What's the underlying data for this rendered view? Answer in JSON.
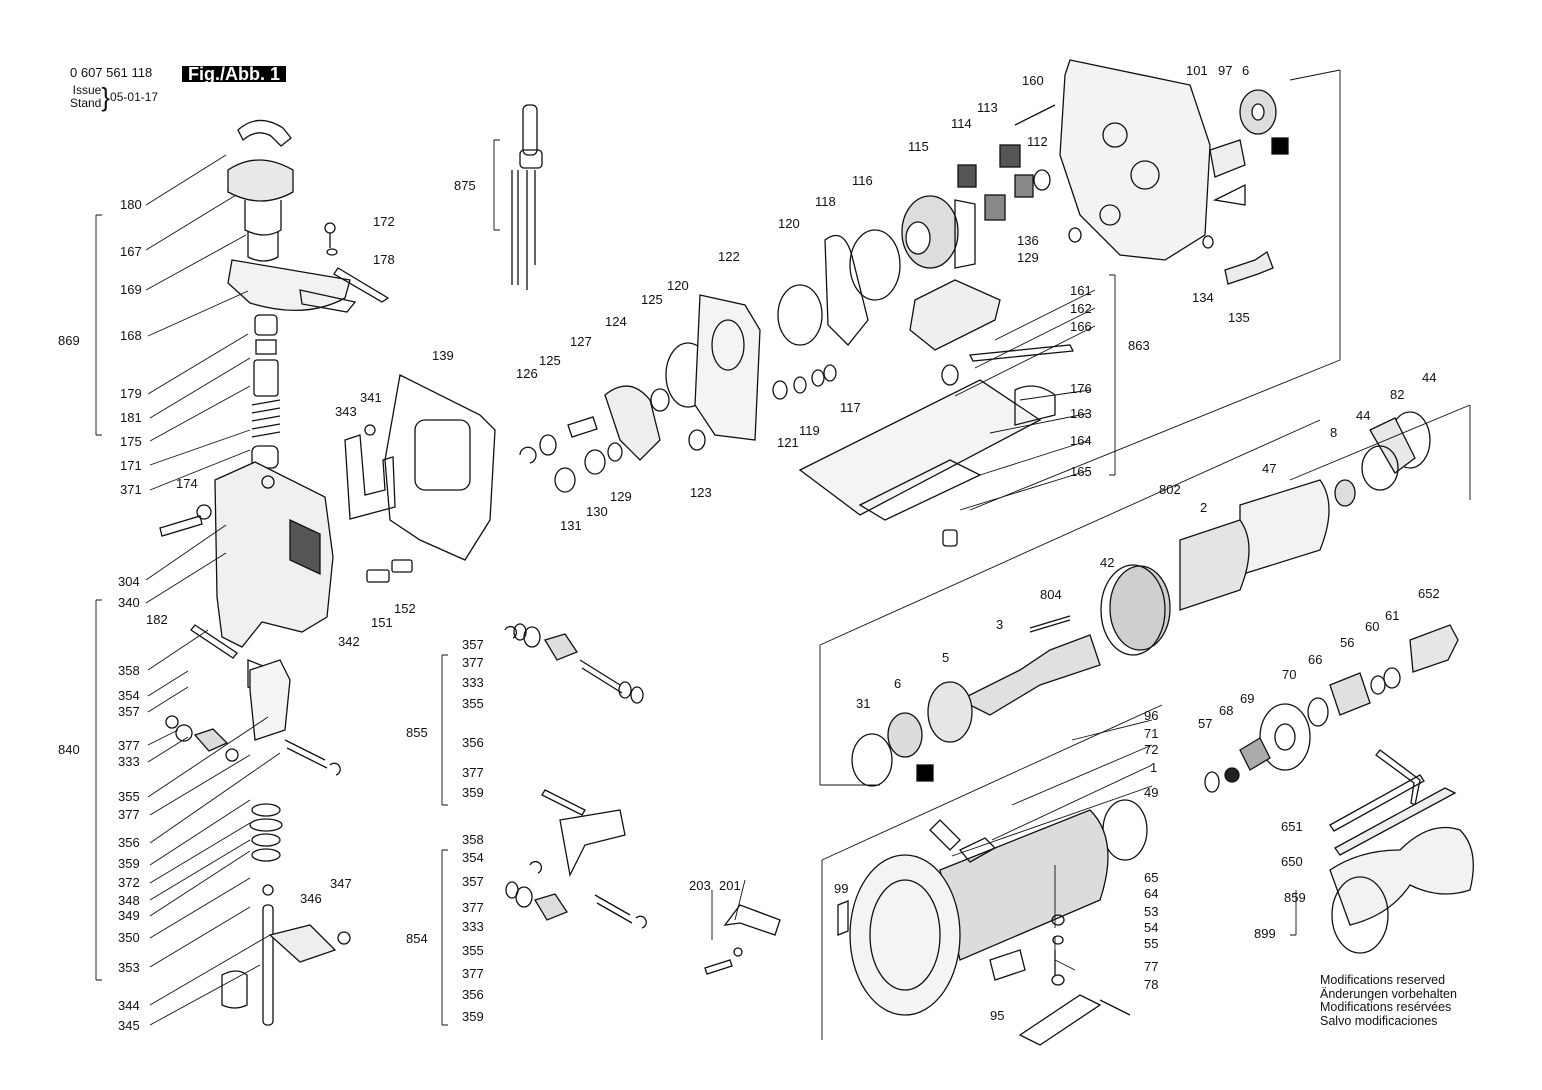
{
  "header": {
    "part_number": "0 607 561 118",
    "figure_label": "Fig./Abb. 1",
    "issue_label": "Issue",
    "stand_label": "Stand",
    "date": "05-01-17"
  },
  "callouts": [
    {
      "n": "180"
    },
    {
      "n": "167"
    },
    {
      "n": "169"
    },
    {
      "n": "168"
    },
    {
      "n": "869"
    },
    {
      "n": "179"
    },
    {
      "n": "181"
    },
    {
      "n": "175"
    },
    {
      "n": "171"
    },
    {
      "n": "371"
    },
    {
      "n": "172"
    },
    {
      "n": "178"
    },
    {
      "n": "174"
    },
    {
      "n": "304"
    },
    {
      "n": "340"
    },
    {
      "n": "182"
    },
    {
      "n": "358"
    },
    {
      "n": "354"
    },
    {
      "n": "357"
    },
    {
      "n": "377"
    },
    {
      "n": "333"
    },
    {
      "n": "840"
    },
    {
      "n": "355"
    },
    {
      "n": "377"
    },
    {
      "n": "356"
    },
    {
      "n": "359"
    },
    {
      "n": "372"
    },
    {
      "n": "348"
    },
    {
      "n": "349"
    },
    {
      "n": "350"
    },
    {
      "n": "353"
    },
    {
      "n": "344"
    },
    {
      "n": "345"
    },
    {
      "n": "347"
    },
    {
      "n": "346"
    },
    {
      "n": "343"
    },
    {
      "n": "341"
    },
    {
      "n": "342"
    },
    {
      "n": "151"
    },
    {
      "n": "152"
    },
    {
      "n": "139"
    },
    {
      "n": "875"
    },
    {
      "n": "126"
    },
    {
      "n": "125"
    },
    {
      "n": "127"
    },
    {
      "n": "124"
    },
    {
      "n": "125"
    },
    {
      "n": "120"
    },
    {
      "n": "131"
    },
    {
      "n": "130"
    },
    {
      "n": "129"
    },
    {
      "n": "123"
    },
    {
      "n": "122"
    },
    {
      "n": "120"
    },
    {
      "n": "118"
    },
    {
      "n": "116"
    },
    {
      "n": "115"
    },
    {
      "n": "114"
    },
    {
      "n": "113"
    },
    {
      "n": "160"
    },
    {
      "n": "112"
    },
    {
      "n": "101"
    },
    {
      "n": "97"
    },
    {
      "n": "6"
    },
    {
      "n": "136"
    },
    {
      "n": "129"
    },
    {
      "n": "134"
    },
    {
      "n": "135"
    },
    {
      "n": "121"
    },
    {
      "n": "119"
    },
    {
      "n": "117"
    },
    {
      "n": "161"
    },
    {
      "n": "162"
    },
    {
      "n": "166"
    },
    {
      "n": "863"
    },
    {
      "n": "176"
    },
    {
      "n": "163"
    },
    {
      "n": "164"
    },
    {
      "n": "165"
    },
    {
      "n": "44"
    },
    {
      "n": "82"
    },
    {
      "n": "44"
    },
    {
      "n": "8"
    },
    {
      "n": "47"
    },
    {
      "n": "802"
    },
    {
      "n": "2"
    },
    {
      "n": "42"
    },
    {
      "n": "804"
    },
    {
      "n": "3"
    },
    {
      "n": "5"
    },
    {
      "n": "6"
    },
    {
      "n": "31"
    },
    {
      "n": "652"
    },
    {
      "n": "61"
    },
    {
      "n": "60"
    },
    {
      "n": "56"
    },
    {
      "n": "66"
    },
    {
      "n": "70"
    },
    {
      "n": "69"
    },
    {
      "n": "68"
    },
    {
      "n": "57"
    },
    {
      "n": "96"
    },
    {
      "n": "71"
    },
    {
      "n": "72"
    },
    {
      "n": "1"
    },
    {
      "n": "49"
    },
    {
      "n": "99"
    },
    {
      "n": "65"
    },
    {
      "n": "64"
    },
    {
      "n": "53"
    },
    {
      "n": "54"
    },
    {
      "n": "55"
    },
    {
      "n": "77"
    },
    {
      "n": "78"
    },
    {
      "n": "95"
    },
    {
      "n": "651"
    },
    {
      "n": "650"
    },
    {
      "n": "859"
    },
    {
      "n": "899"
    },
    {
      "n": "357"
    },
    {
      "n": "377"
    },
    {
      "n": "333"
    },
    {
      "n": "355"
    },
    {
      "n": "855"
    },
    {
      "n": "356"
    },
    {
      "n": "377"
    },
    {
      "n": "359"
    },
    {
      "n": "358"
    },
    {
      "n": "354"
    },
    {
      "n": "357"
    },
    {
      "n": "377"
    },
    {
      "n": "333"
    },
    {
      "n": "854"
    },
    {
      "n": "355"
    },
    {
      "n": "377"
    },
    {
      "n": "356"
    },
    {
      "n": "359"
    },
    {
      "n": "203"
    },
    {
      "n": "201"
    }
  ],
  "notes": [
    "Modifications reserved",
    "Änderungen vorbehalten",
    "Modifications resérvées",
    "Salvo modificaciones"
  ]
}
